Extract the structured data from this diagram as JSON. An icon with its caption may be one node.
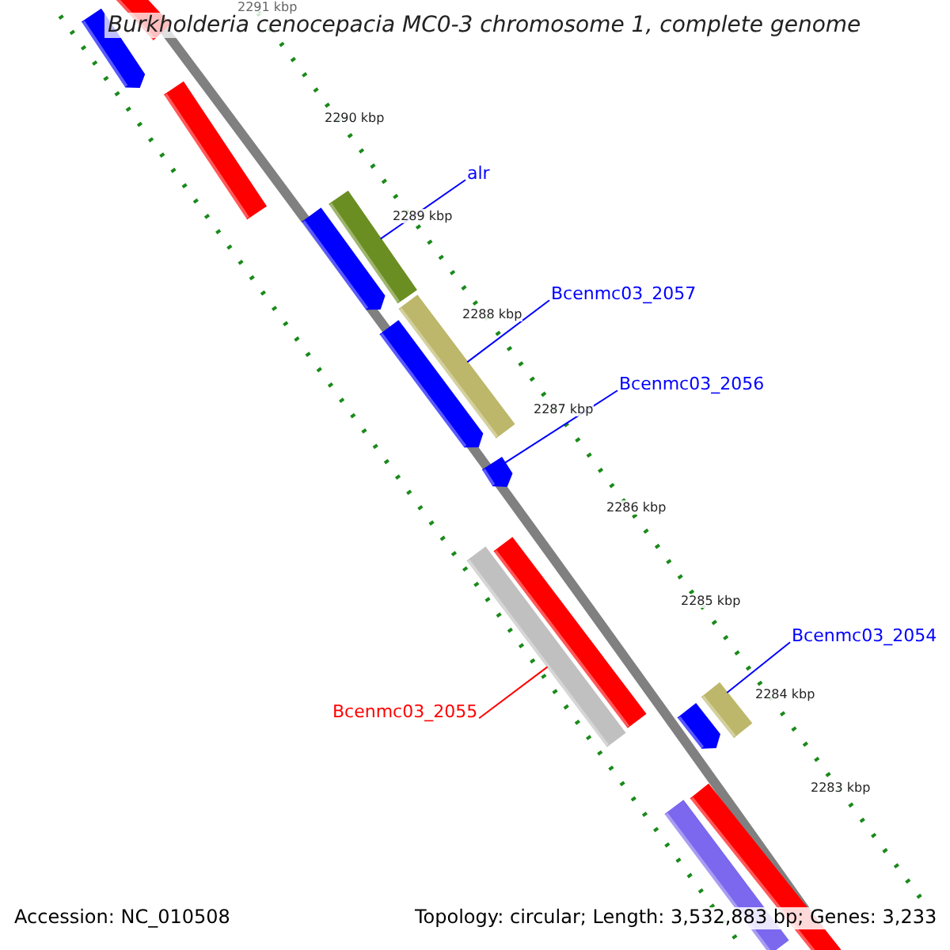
{
  "diagram": {
    "title": "Burkholderia cenocepacia MC0-3 chromosome 1, complete genome",
    "nodes": [
      {
        "text": [
          "alr"
        ]
      },
      {
        "text": [],
        "shape": "bar"
      },
      {
        "text": [
          "Bcenmc03_2057"
        ]
      },
      {
        "text": [],
        "shape": "bar"
      },
      {
        "text": [
          "Bcenmc03_2056"
        ]
      },
      {
        "text": [],
        "shape": "bar"
      },
      {
        "text": [
          "Bcenmc03_2055"
        ]
      },
      {
        "text": [],
        "shape": "bar"
      },
      {
        "text": [
          "Bcenmc03_2054"
        ]
      },
      {
        "text": [],
        "shape": "bar"
      }
    ],
    "edges": [
      {
        "from": 0,
        "to": 1,
        "arrow": "none"
      },
      {
        "from": 2,
        "to": 3,
        "arrow": "none"
      },
      {
        "from": 4,
        "to": 5,
        "arrow": "none"
      },
      {
        "from": 6,
        "to": 7,
        "arrow": "none",
        "color": "#ff0000"
      },
      {
        "from": 8,
        "to": 9,
        "arrow": "none"
      }
    ],
    "labels": [
      "2291 kbp",
      "2290 kbp",
      "2289 kbp",
      "2288 kbp",
      "2287 kbp",
      "2286 kbp",
      "2285 kbp",
      "2284 kbp",
      "2283 kbp",
      "Accession: NC_010508",
      "Topology: circular; Length: 3,532,883 bp; Genes: 3,233"
    ]
  }
}
